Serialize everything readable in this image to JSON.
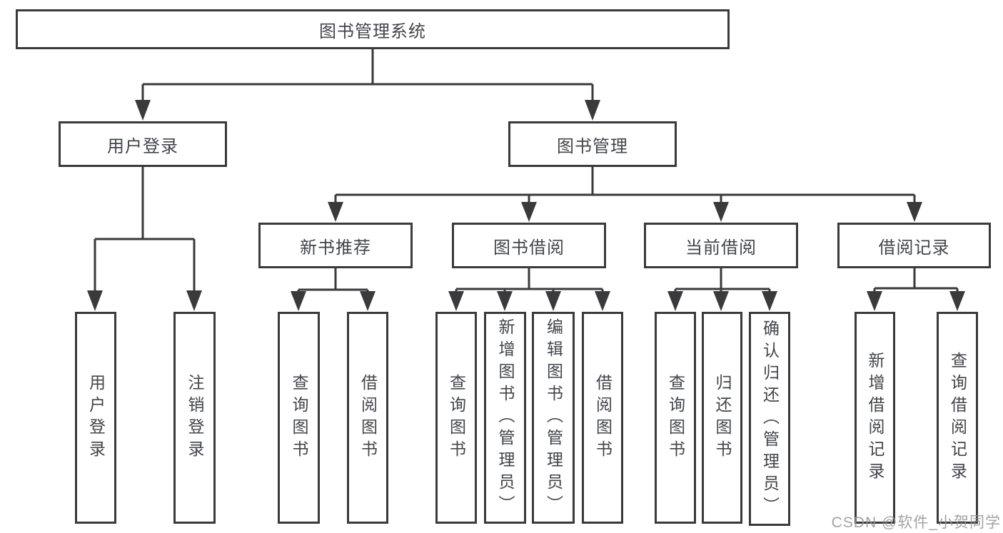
{
  "tree": {
    "root": "图书管理系统",
    "level2": [
      {
        "label": "用户登录",
        "leaves": [
          "用户登录",
          "注销登录"
        ]
      },
      {
        "label": "图书管理",
        "groups": [
          {
            "label": "新书推荐",
            "leaves": [
              "查询图书",
              "借阅图书"
            ]
          },
          {
            "label": "图书借阅",
            "leaves": [
              "查询图书",
              "新增图书（管理员）",
              "编辑图书（管理员）",
              "借阅图书"
            ]
          },
          {
            "label": "当前借阅",
            "leaves": [
              "查询图书",
              "归还图书",
              "确认归还（管理员）"
            ]
          },
          {
            "label": "借阅记录",
            "leaves": [
              "新增借阅记录",
              "查询借阅记录"
            ]
          }
        ]
      }
    ]
  },
  "watermark": {
    "text": "CSDN @软件_小贺同学"
  },
  "colors": {
    "line": "#3a3a3c",
    "box_border": "#3a3a3c",
    "box_fill": "#ffffff",
    "text": "#41454b",
    "watermark": "#969696",
    "background": "#ffffff"
  }
}
